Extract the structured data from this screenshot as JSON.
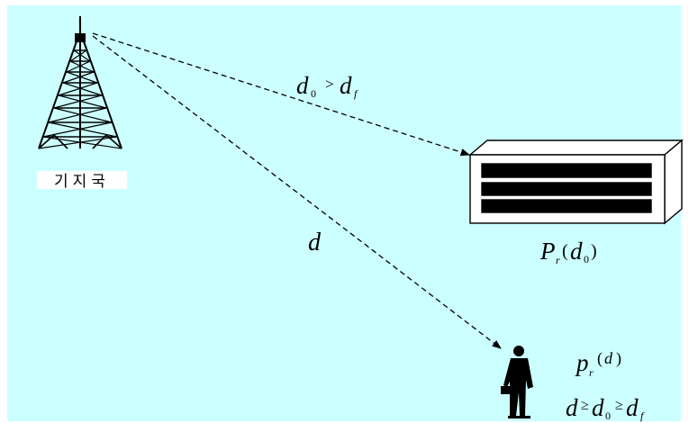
{
  "tower": {
    "label": "기지국",
    "icon": "transmission-tower-icon"
  },
  "links": {
    "to_building_label": {
      "d": "d",
      "sub0": "0",
      "op": ">",
      "df": "d",
      "subf": "f"
    },
    "to_person_label": "d"
  },
  "building": {
    "icon": "building-icon",
    "power_label": {
      "P": "P",
      "sub": "r",
      "open": "(",
      "d": "d",
      "sub0": "0",
      "close": ")"
    }
  },
  "person": {
    "icon": "businessman-icon",
    "power_label": {
      "p": "p",
      "sub": "r",
      "open": "(",
      "d": "d",
      "close": ")"
    },
    "inequality": {
      "d": "d",
      "ge1": "≥",
      "d0": "d",
      "sub0": "0",
      "ge2": "≥",
      "df": "d",
      "subf": "f"
    }
  },
  "colors": {
    "background": "#ccffff",
    "ink": "#000000"
  }
}
